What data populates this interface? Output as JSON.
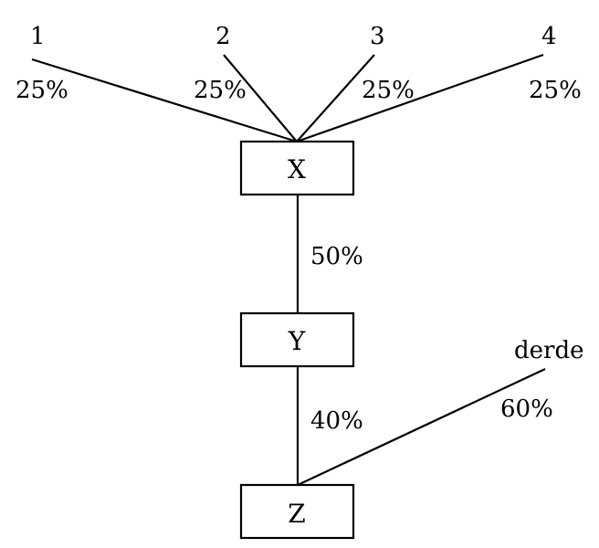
{
  "sources": [
    {
      "label": "1",
      "percent": "25%"
    },
    {
      "label": "2",
      "percent": "25%"
    },
    {
      "label": "3",
      "percent": "25%"
    },
    {
      "label": "4",
      "percent": "25%"
    }
  ],
  "nodes": {
    "x": "X",
    "y": "Y",
    "z": "Z"
  },
  "edges": {
    "x_to_y": "50%",
    "y_to_z": "40%",
    "z_to_derde": "60%"
  },
  "outlet": {
    "label": "derde"
  },
  "colors": {
    "line": "#000000",
    "background": "#ffffff"
  }
}
